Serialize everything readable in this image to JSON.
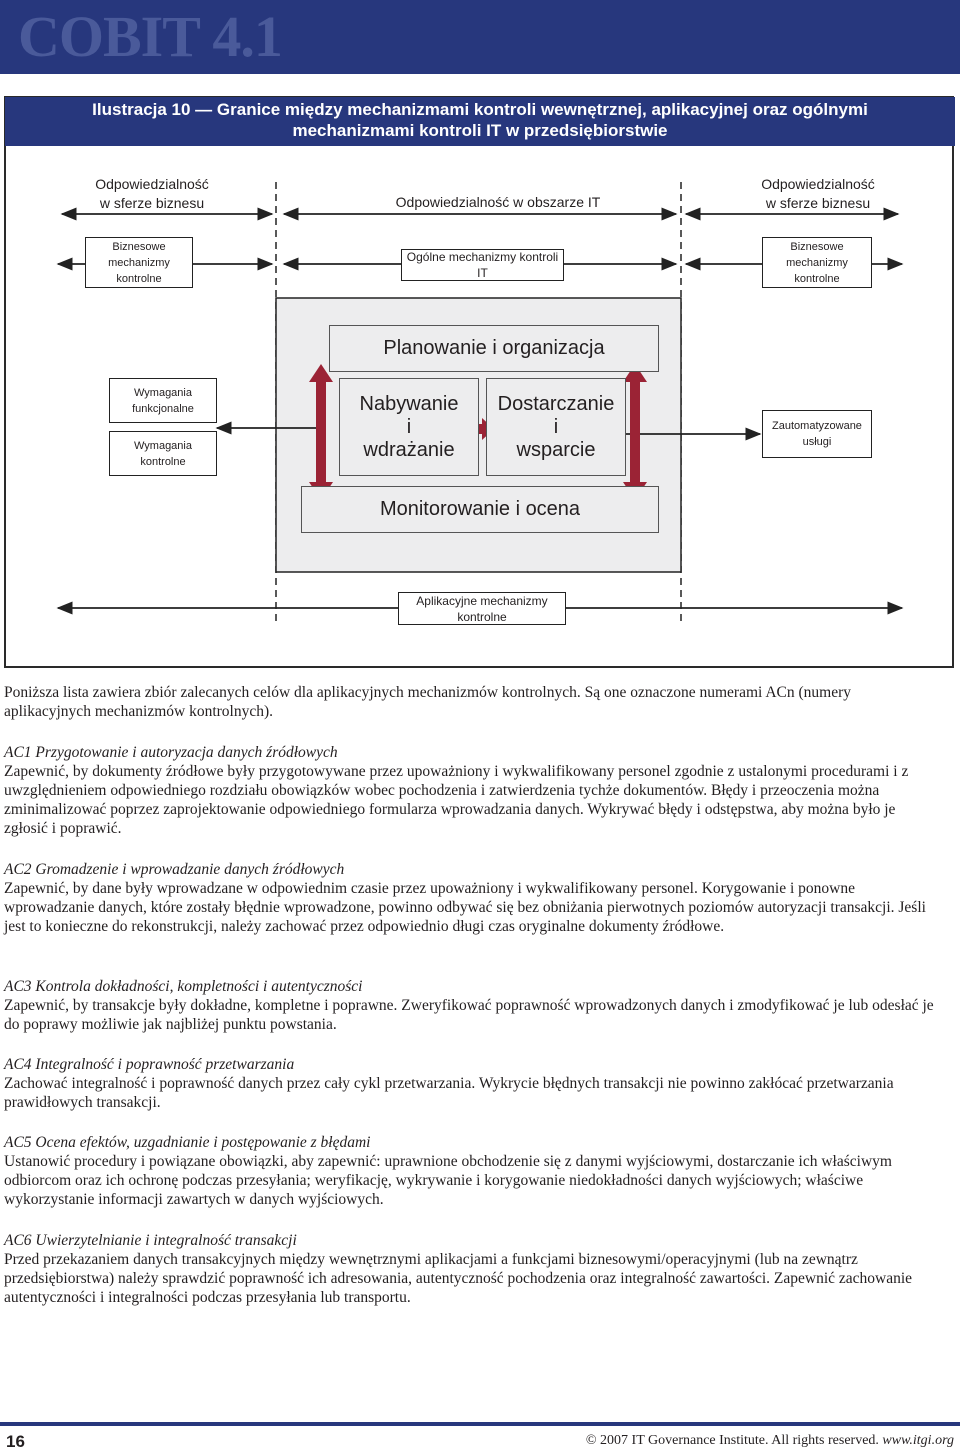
{
  "header": {
    "logo": "COBIT 4.1",
    "brand_color": "#27377d"
  },
  "figure": {
    "title_line1": "Ilustracja 10 — Granice między mechanizmami kontroli wewnętrznej, aplikacyjnej oraz ogólnymi",
    "title_line2": "mechanizmami kontroli IT w przedsiębiorstwie",
    "left_header_1": "Odpowiedzialność",
    "left_header_2": "w sferze biznesu",
    "center_header": "Odpowiedzialność w obszarze IT",
    "right_header_1": "Odpowiedzialność",
    "right_header_2": "w sferze biznesu",
    "business_controls_left": [
      "Biznesowe",
      "mechanizmy",
      "kontrolne"
    ],
    "general_it_controls": "Ogólne mechanizmy kontroli IT",
    "business_controls_right": [
      "Biznesowe",
      "mechanizmy",
      "kontrolne"
    ],
    "plan_organize": "Planowanie i organizacja",
    "acquire": [
      "Nabywanie",
      "i",
      "wdrażanie"
    ],
    "deliver": [
      "Dostarczanie",
      "i",
      "wsparcie"
    ],
    "monitor": "Monitorowanie i ocena",
    "functional_req": [
      "Wymagania",
      "funkcjonalne"
    ],
    "control_req": [
      "Wymagania",
      "kontrolne"
    ],
    "automated_services": [
      "Zautomatyzowane",
      "usługi"
    ],
    "application_controls": "Aplikacyjne mechanizmy kontrolne",
    "arrow_color": "#9b2335"
  },
  "body": {
    "intro": "Poniższa lista zawiera zbiór zalecanych celów dla aplikacyjnych mechanizmów kontrolnych. Są one oznaczone numerami ACn (numery aplikacyjnych mechanizmów kontrolnych).",
    "sections": [
      {
        "heading": "AC1 Przygotowanie i autoryzacja danych źródłowych",
        "text": "Zapewnić, by dokumenty źródłowe były przygotowywane przez upoważniony i wykwalifikowany personel zgodnie z ustalonymi procedurami i z uwzględnieniem odpowiedniego rozdziału obowiązków wobec pochodzenia i zatwierdzenia tychże dokumentów. Błędy i przeoczenia można zminimalizować poprzez zaprojektowanie odpowiedniego formularza wprowadzania danych. Wykrywać błędy i odstępstwa, aby można było je zgłosić i poprawić."
      },
      {
        "heading": "AC2 Gromadzenie i wprowadzanie danych źródłowych",
        "text": "Zapewnić, by dane były wprowadzane w odpowiednim czasie przez upoważniony i wykwalifikowany personel. Korygowanie i ponowne wprowadzanie danych, które zostały błędnie wprowadzone, powinno odbywać się bez obniżania pierwotnych poziomów autoryzacji transakcji. Jeśli jest to konieczne do rekonstrukcji, należy zachować przez odpowiednio długi czas oryginalne dokumenty źródłowe."
      },
      {
        "heading": "AC3 Kontrola dokładności, kompletności i autentyczności",
        "text": "Zapewnić, by transakcje były dokładne, kompletne i poprawne. Zweryfikować poprawność wprowadzonych danych i zmodyfikować je lub odesłać je do poprawy możliwie jak najbliżej punktu powstania."
      },
      {
        "heading": "AC4 Integralność i poprawność przetwarzania",
        "text": "Zachować integralność i poprawność danych przez cały cykl przetwarzania. Wykrycie błędnych transakcji nie powinno zakłócać przetwarzania prawidłowych transakcji."
      },
      {
        "heading": "AC5 Ocena efektów, uzgadnianie i postępowanie z błędami",
        "text": "Ustanowić procedury i powiązane obowiązki, aby zapewnić: uprawnione obchodzenie się z danymi wyjściowymi, dostarczanie ich właściwym odbiorcom oraz ich ochronę podczas przesyłania; weryfikację, wykrywanie i korygowanie niedokładności danych wyjściowych; właściwe wykorzystanie informacji zawartych w danych wyjściowych."
      },
      {
        "heading": "AC6 Uwierzytelnianie i integralność transakcji",
        "text": "Przed przekazaniem danych transakcyjnych między wewnętrznymi aplikacjami a funkcjami biznesowymi/operacyjnymi (lub na zewnątrz przedsiębiorstwa) należy sprawdzić poprawność ich adresowania, autentyczność pochodzenia oraz integralność zawartości. Zapewnić zachowanie autentyczności i integralności podczas przesyłania lub transportu."
      }
    ]
  },
  "footer": {
    "page_number": "16",
    "copyright": "© 2007 IT Governance Institute. All rights reserved.",
    "website": "www.itgi.org"
  }
}
